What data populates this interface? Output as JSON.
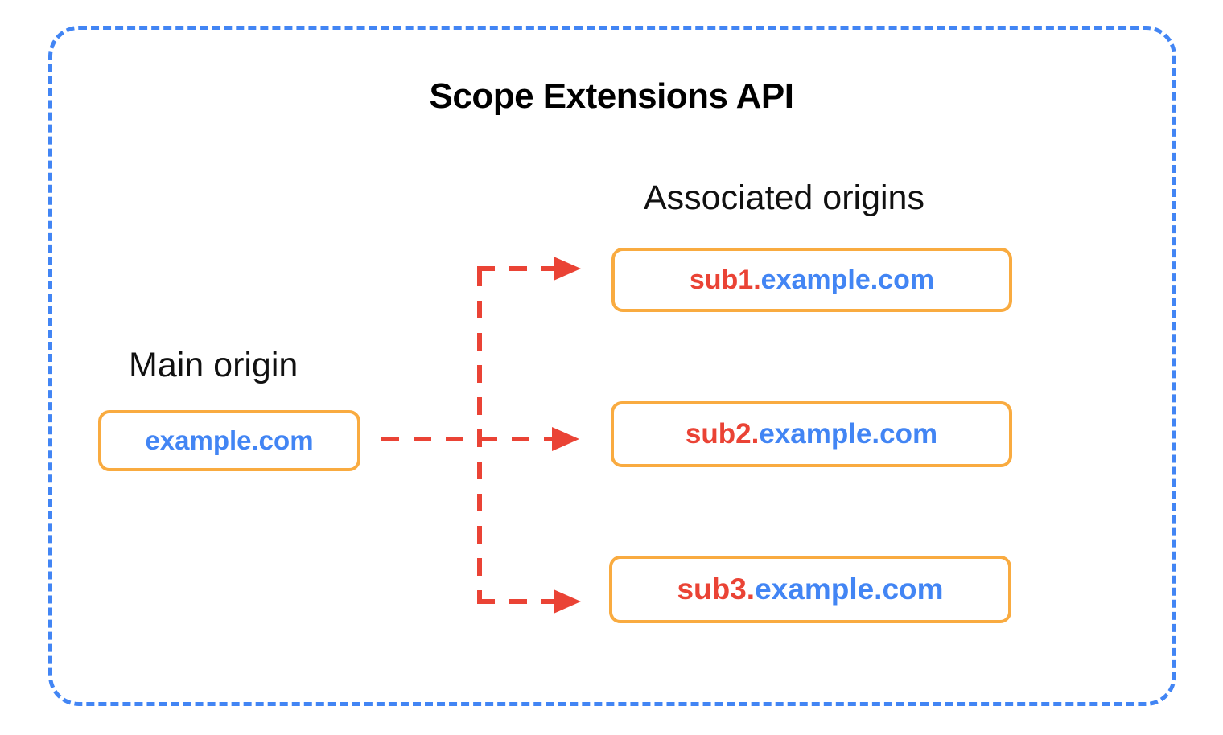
{
  "diagram": {
    "title": "Scope Extensions API",
    "frame_border_color": "#4285F4",
    "accent_box_border_color": "#F9AB40",
    "arrow_color": "#EA4335",
    "subdomain_text_color": "#EA4335",
    "domain_text_color": "#4285F4",
    "title_color": "#000000"
  },
  "main_origin": {
    "label": "Main origin",
    "box_text": "example.com",
    "domain_part": "example.com",
    "sub_part": ""
  },
  "associated_origins": {
    "label": "Associated origins",
    "items": [
      {
        "full": "sub1.example.com",
        "sub_part": "sub1.",
        "domain_part": "example.com"
      },
      {
        "full": "sub2.example.com",
        "sub_part": "sub2.",
        "domain_part": "example.com"
      },
      {
        "full": "sub3.example.com",
        "sub_part": "sub3.",
        "domain_part": "example.com"
      }
    ]
  },
  "connectors": {
    "style": "dashed",
    "arrowhead": "filled-triangle",
    "count": 3,
    "description": "Main origin branches to three associated origins"
  }
}
